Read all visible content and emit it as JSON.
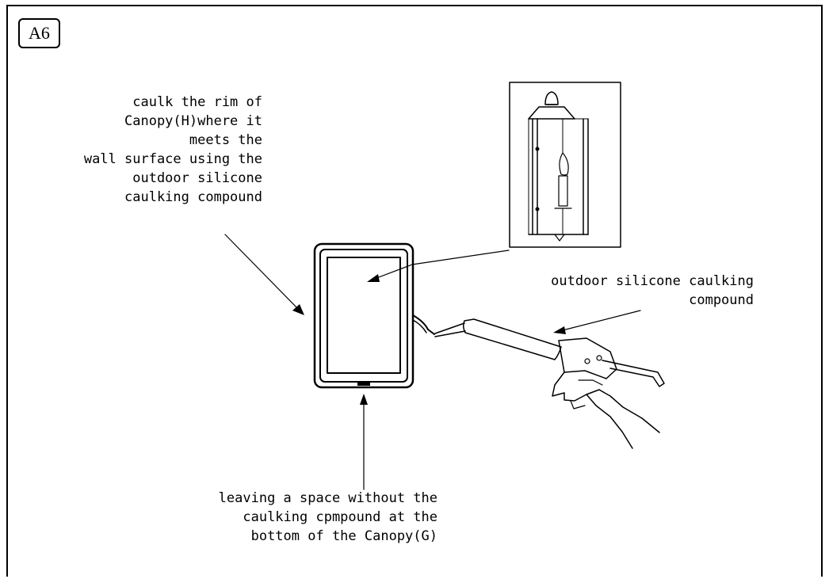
{
  "step": {
    "label": "A6"
  },
  "callouts": {
    "rim": [
      "caulk the rim of",
      "Canopy(H)where it",
      "meets the",
      "wall surface using the",
      "outdoor silicone",
      "caulking compound"
    ],
    "compound": [
      "outdoor silicone caulking",
      "compound"
    ],
    "space": [
      "leaving a space without the",
      "caulking cpmpound at the",
      "bottom of the Canopy(G)"
    ]
  }
}
